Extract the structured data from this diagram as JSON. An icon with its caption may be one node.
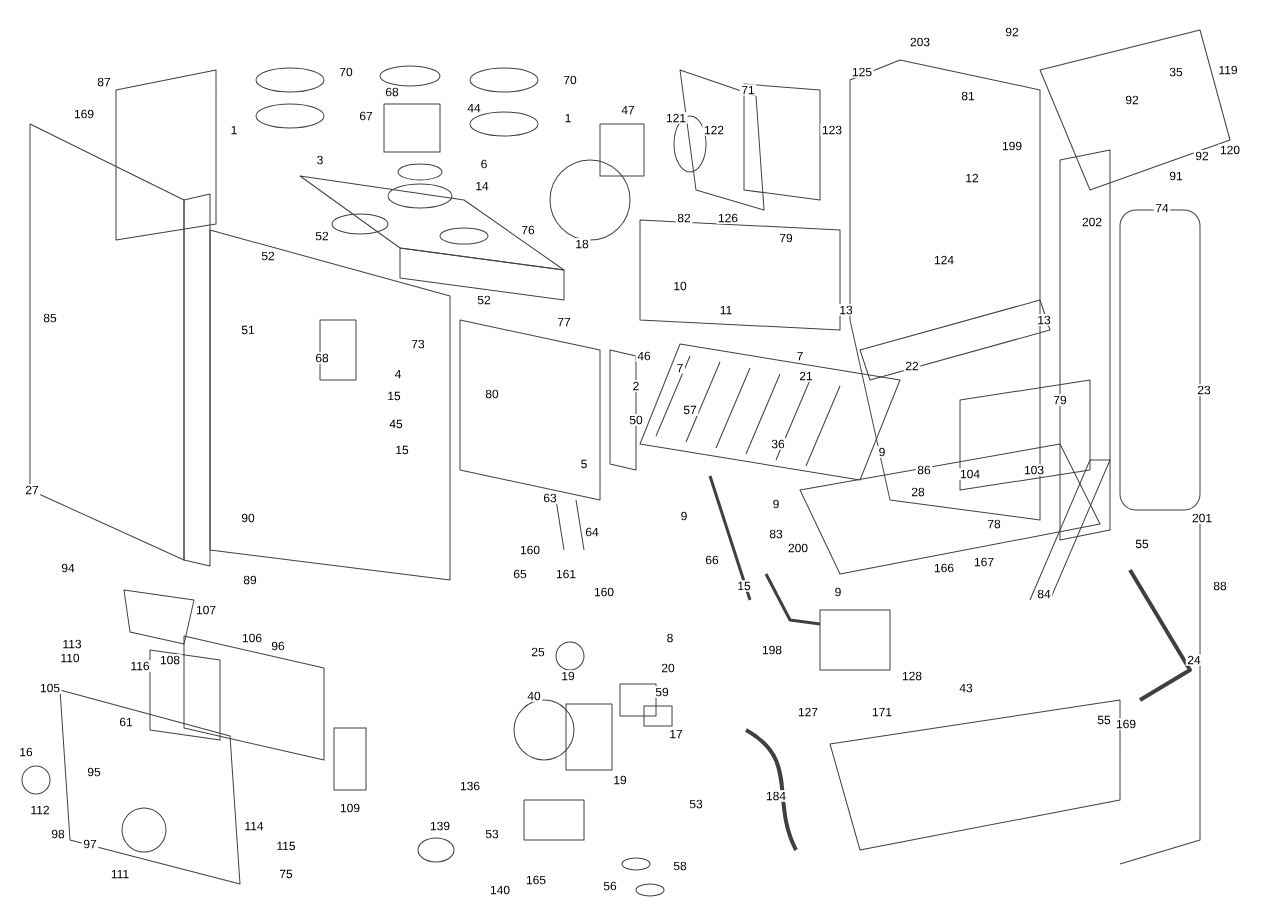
{
  "diagram": {
    "labels": [
      "87",
      "169",
      "70",
      "68",
      "70",
      "1",
      "67",
      "44",
      "1",
      "47",
      "3",
      "6",
      "14",
      "76",
      "18",
      "85",
      "52",
      "52",
      "52",
      "51",
      "73",
      "77",
      "68",
      "4",
      "15",
      "45",
      "15",
      "80",
      "50",
      "121",
      "122",
      "71",
      "123",
      "125",
      "203",
      "81",
      "92",
      "35",
      "119",
      "92",
      "120",
      "92",
      "91",
      "199",
      "126",
      "82",
      "12",
      "79",
      "74",
      "202",
      "124",
      "10",
      "11",
      "13",
      "13",
      "79",
      "23",
      "22",
      "7",
      "7",
      "21",
      "46",
      "2",
      "57",
      "36",
      "9",
      "5",
      "27",
      "90",
      "89",
      "94",
      "107",
      "106",
      "96",
      "113",
      "116",
      "110",
      "108",
      "105",
      "61",
      "16",
      "95",
      "112",
      "98",
      "97",
      "111",
      "109",
      "114",
      "115",
      "75",
      "63",
      "64",
      "160",
      "161",
      "160",
      "65",
      "25",
      "19",
      "40",
      "19",
      "136",
      "139",
      "53",
      "165",
      "140",
      "56",
      "8",
      "20",
      "59",
      "86",
      "104",
      "103",
      "9",
      "9",
      "28",
      "78",
      "201",
      "55",
      "88",
      "83",
      "66",
      "200",
      "15",
      "9",
      "166",
      "167",
      "84",
      "198",
      "128",
      "24",
      "127",
      "171",
      "43",
      "55",
      "169",
      "17",
      "53",
      "184",
      "58"
    ]
  }
}
